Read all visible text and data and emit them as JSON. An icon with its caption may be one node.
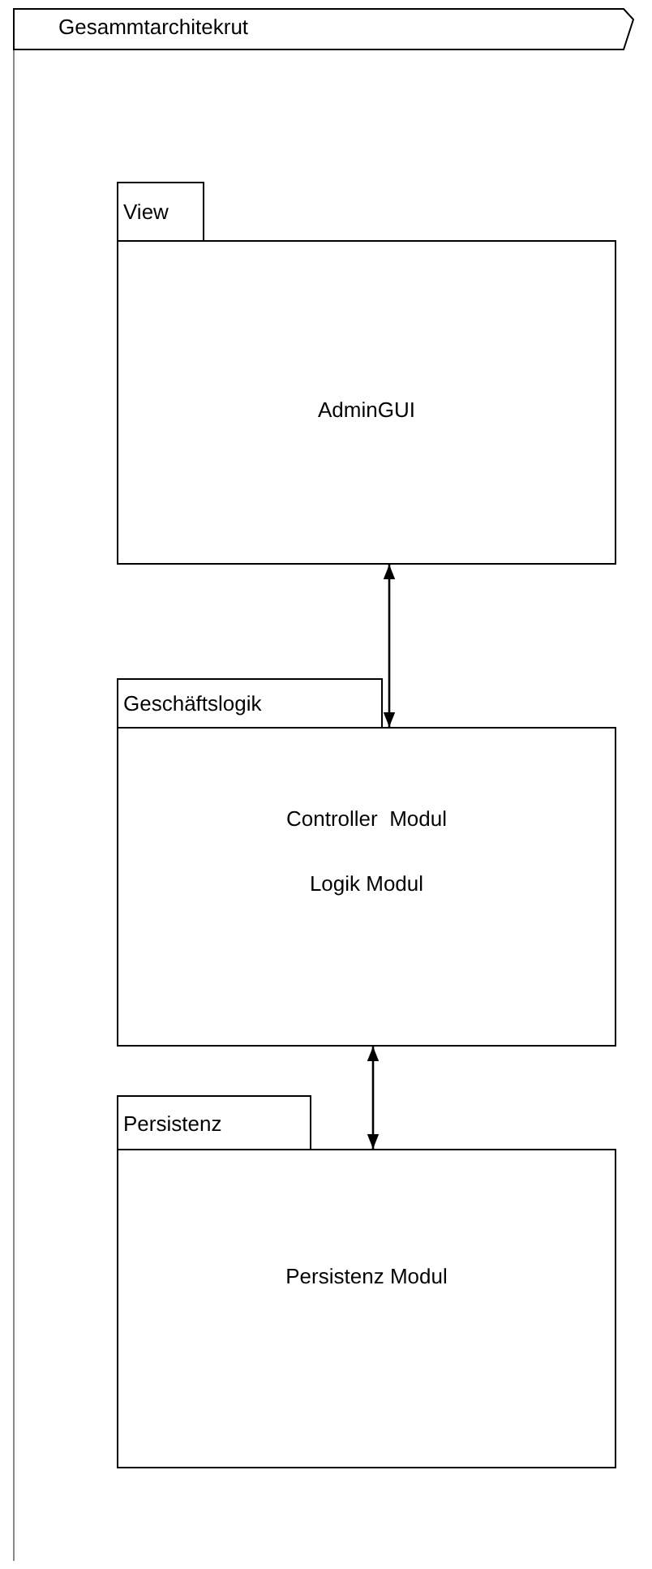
{
  "diagram": {
    "title": "Gesammtarchitekrut",
    "nodes": [
      {
        "text": [
          "View",
          "AdminGUI"
        ]
      },
      {
        "text": [
          "Geschäftslogik",
          "Controller  Modul",
          "Logik Modul"
        ]
      },
      {
        "text": [
          "Persistenz",
          "Persistenz Modul"
        ]
      }
    ],
    "edges": [
      {
        "from": 0,
        "to": 1,
        "arrow": "both"
      },
      {
        "from": 1,
        "to": 2,
        "arrow": "both"
      }
    ]
  }
}
